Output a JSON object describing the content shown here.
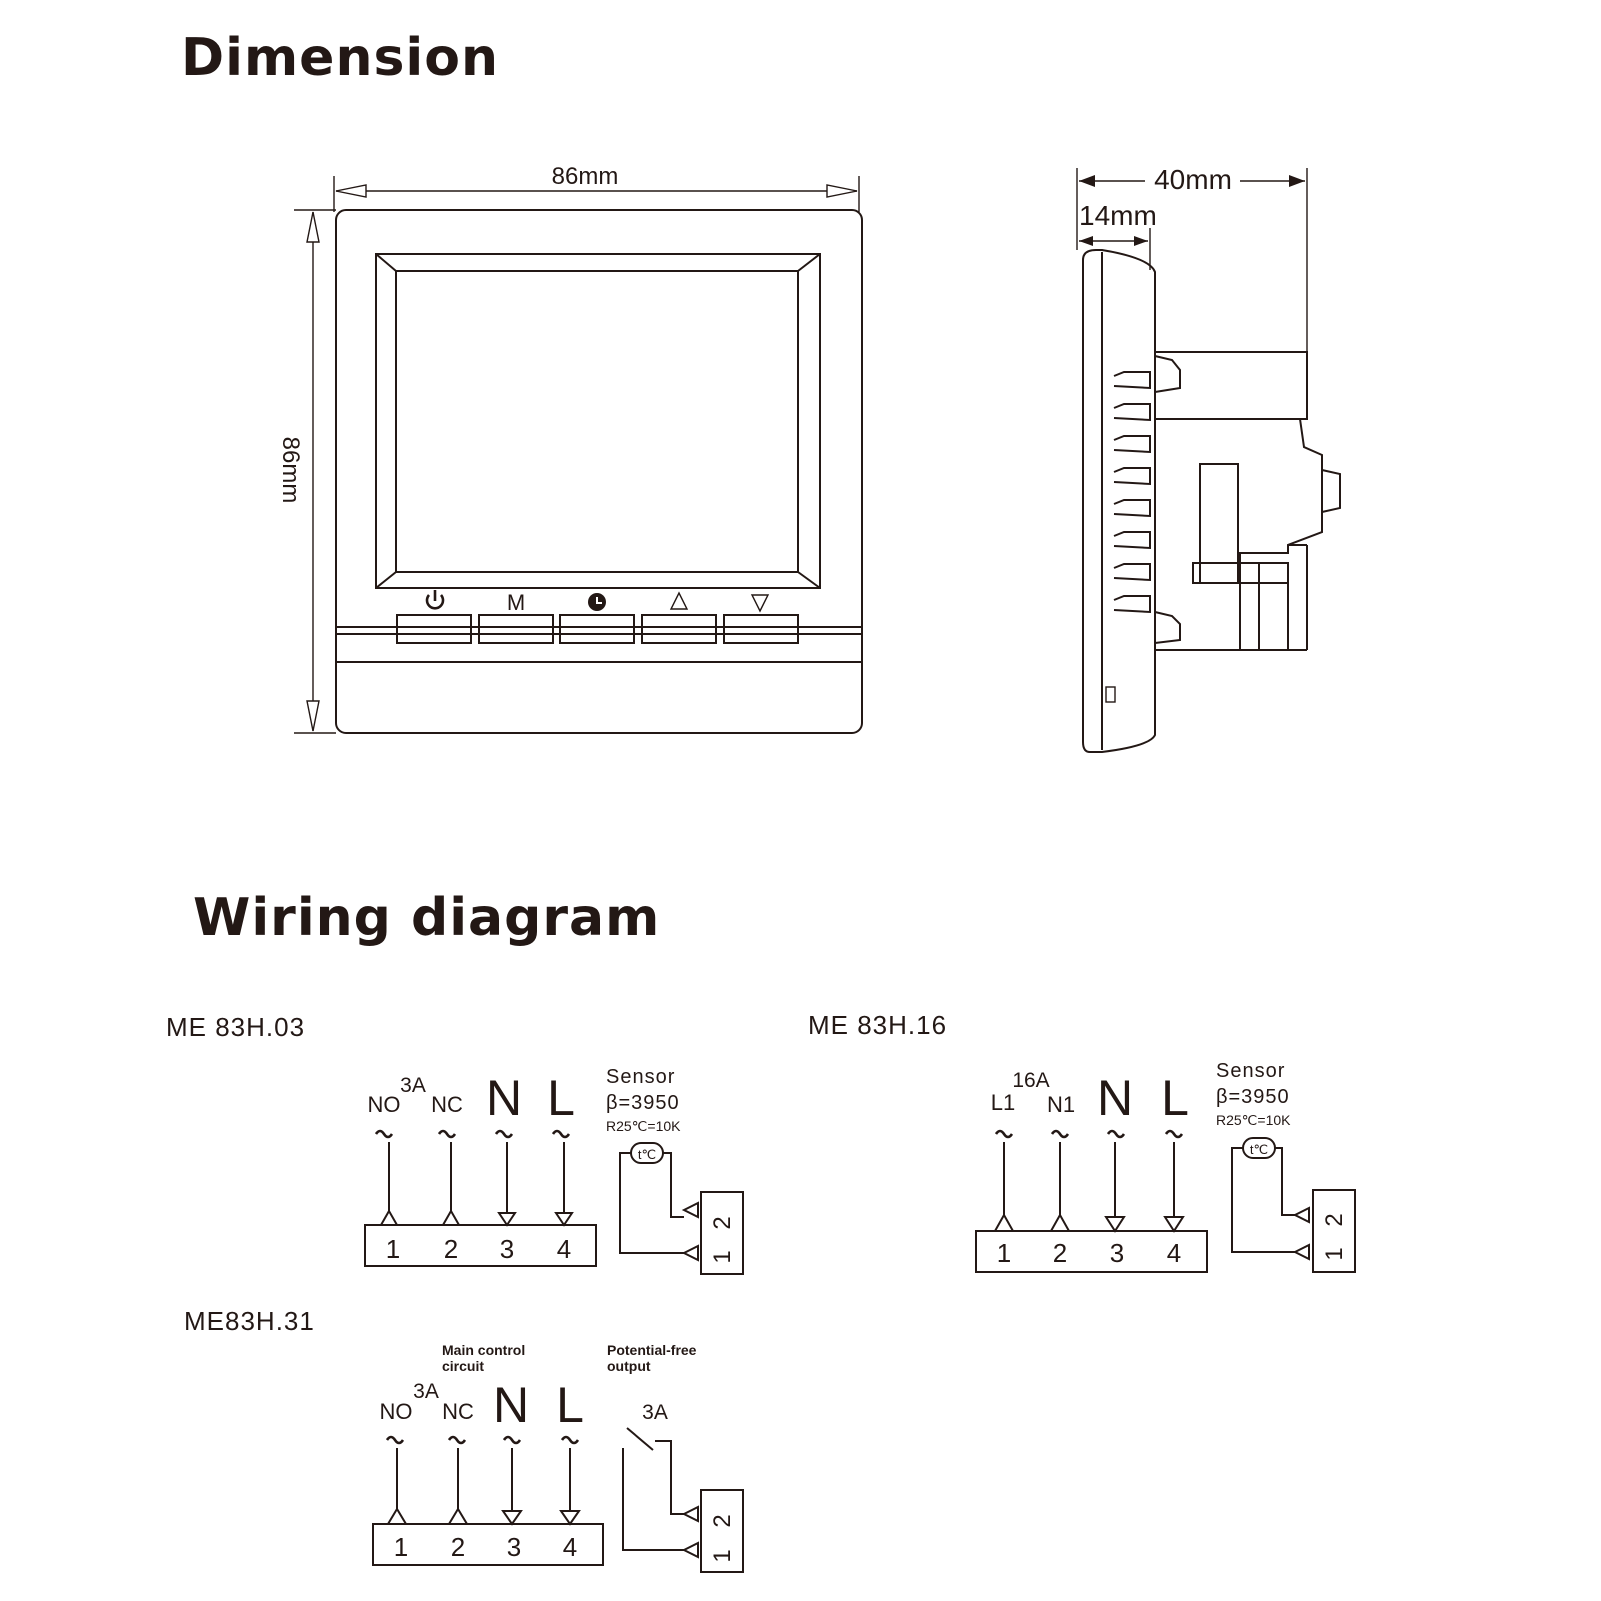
{
  "headings": {
    "dimension": "Dimension",
    "wiring": "Wiring diagram"
  },
  "dimensions": {
    "front_width": "86mm",
    "front_height": "86mm",
    "side_depth": "40mm",
    "side_face": "14mm"
  },
  "front_view": {
    "button_icons": [
      "power-icon",
      "mode-letter",
      "clock-icon",
      "up-triangle-icon",
      "down-triangle-icon"
    ],
    "mode_label": "M"
  },
  "models": [
    {
      "name": "ME 83H.03",
      "rating": "3A",
      "terminal_labels": [
        "NO",
        "NC",
        "N",
        "L"
      ],
      "terminal_numbers": [
        "1",
        "2",
        "3",
        "4"
      ],
      "sensor": {
        "title": "Sensor",
        "beta": "β=3950",
        "resistance": "R25℃=10K",
        "symbol": "t℃",
        "pins": [
          "1",
          "2"
        ]
      }
    },
    {
      "name": "ME 83H.16",
      "rating": "16A",
      "terminal_labels": [
        "L1",
        "N1",
        "N",
        "L"
      ],
      "terminal_numbers": [
        "1",
        "2",
        "3",
        "4"
      ],
      "sensor": {
        "title": "Sensor",
        "beta": "β=3950",
        "resistance": "R25℃=10K",
        "symbol": "t℃",
        "pins": [
          "1",
          "2"
        ]
      }
    },
    {
      "name": "ME83H.31",
      "rating": "3A",
      "terminal_labels": [
        "NO",
        "NC",
        "N",
        "L"
      ],
      "terminal_numbers": [
        "1",
        "2",
        "3",
        "4"
      ],
      "main_control": [
        "Main control",
        "circuit"
      ],
      "potential_free": [
        "Potential-free",
        "output"
      ],
      "output_rating": "3A",
      "pins": [
        "1",
        "2"
      ]
    }
  ]
}
